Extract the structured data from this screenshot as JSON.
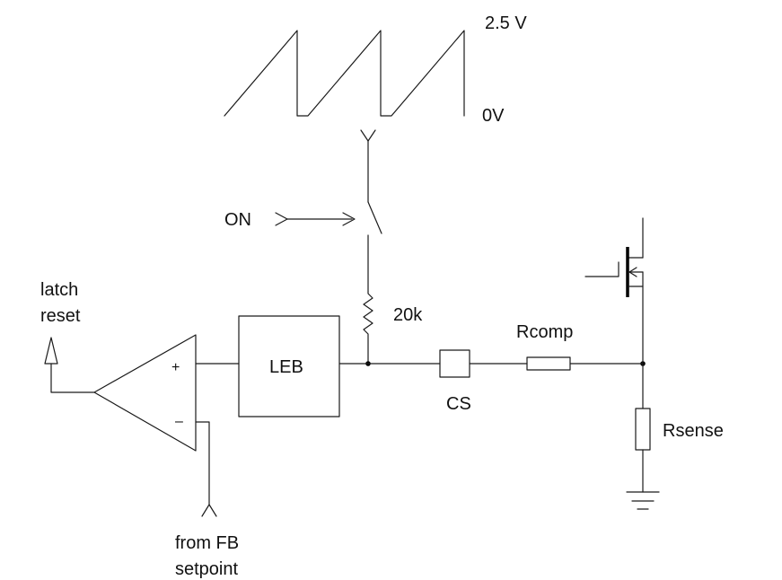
{
  "labels": {
    "ramp_high": "2.5 V",
    "ramp_low": "0V",
    "switch_control": "ON",
    "resistor_20k": "20k",
    "leb_block": "LEB",
    "cs_pin": "CS",
    "rcomp": "Rcomp",
    "rsense": "Rsense",
    "comparator_output_line1": "latch",
    "comparator_output_line2": "reset",
    "comparator_neg_input_line1": "from FB",
    "comparator_neg_input_line2": "setpoint",
    "plus_sign": "+",
    "minus_sign": "–"
  },
  "icons": {
    "ramp": "sawtooth-waveform-icon",
    "switch": "switch-icon",
    "resistor_zigzag": "resistor-zigzag-icon",
    "resistor_box": "resistor-box-icon",
    "mosfet": "mosfet-icon",
    "ground": "ground-icon",
    "comparator": "comparator-triangle-icon"
  },
  "colors": {
    "stroke": "#1a1a1a",
    "background": "#ffffff"
  }
}
